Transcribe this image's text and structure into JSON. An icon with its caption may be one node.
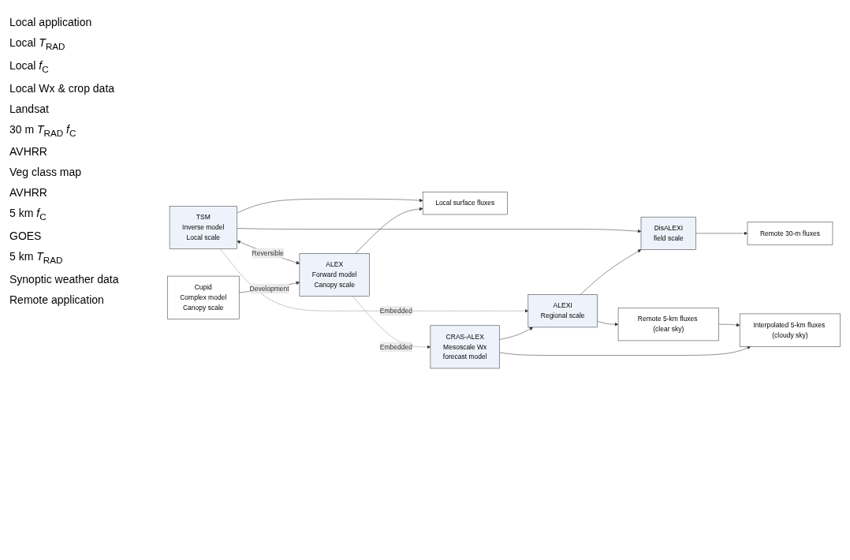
{
  "diagram": {
    "nodes": [
      {
        "text": [
          "Local surface fluxes"
        ]
      },
      {
        "text": [
          "TSM",
          "Inverse model",
          "Local scale"
        ]
      },
      {
        "text": [
          "ALEX",
          "Forward model",
          "Canopy scale"
        ]
      },
      {
        "text": [
          "Cupid",
          "Complex model",
          "Canopy scale"
        ]
      },
      {
        "text": [
          "DisALEXI",
          "field scale"
        ]
      },
      {
        "text": [
          "Remote 30-m fluxes"
        ]
      },
      {
        "text": [
          "ALEXI",
          "Regional scale"
        ]
      },
      {
        "text": [
          "Remote 5-km fluxes (clear sky)"
        ]
      },
      {
        "text": [
          "Interpolated 5-km fluxes (cloudy sky)"
        ]
      },
      {
        "text": [
          "CRAS-ALEX",
          "Mesoscale Wx",
          "forecast model"
        ]
      }
    ],
    "edges": [
      {
        "from": 1,
        "to": 0,
        "arrow": "to"
      },
      {
        "from": 2,
        "to": 0,
        "arrow": "to"
      },
      {
        "from": 1,
        "to": 2,
        "arrow": "both",
        "label": "Reversible"
      },
      {
        "from": 3,
        "to": 2,
        "arrow": "to",
        "label": "Development"
      },
      {
        "from": 1,
        "to": 4,
        "arrow": "to"
      },
      {
        "from": 4,
        "to": 5,
        "arrow": "to"
      },
      {
        "from": 6,
        "to": 4,
        "arrow": "to"
      },
      {
        "from": 6,
        "to": 7,
        "arrow": "to"
      },
      {
        "from": 7,
        "to": 8,
        "arrow": "to"
      },
      {
        "from": 1,
        "to": 6,
        "arrow": "to",
        "label": "Embedded",
        "style": "dashed"
      },
      {
        "from": 2,
        "to": 9,
        "arrow": "to",
        "label": "Embedded",
        "style": "dashed"
      },
      {
        "from": 9,
        "to": 6,
        "arrow": "to"
      },
      {
        "from": 9,
        "to": 8,
        "arrow": "to"
      }
    ],
    "labels": [
      "Local application",
      "Local *T*$_{RAD}$",
      "Local *f*$_{C}$",
      "Local Wx & crop data",
      "Landsat",
      "30 m *T*$_{RAD}$ *f*$_{C}$",
      "AVHRR",
      "Veg class map",
      "AVHRR",
      "5 km *f*$_{C}$",
      "GOES",
      "5 km *T*$_{RAD}$",
      "Synoptic weather data",
      "Remote application"
    ]
  }
}
